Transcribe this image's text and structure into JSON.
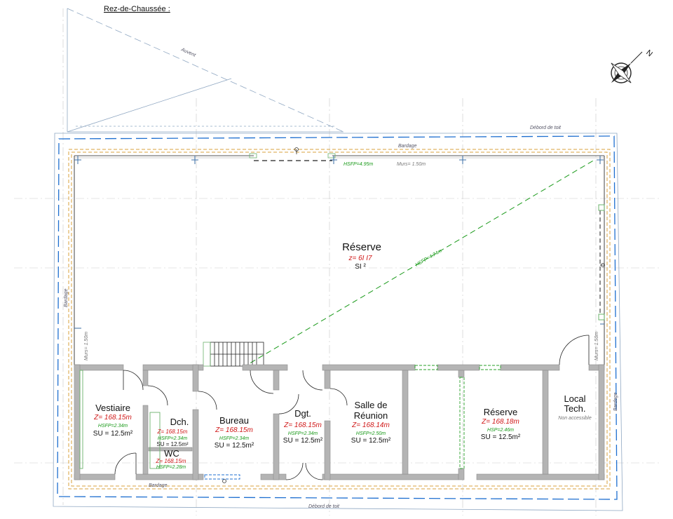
{
  "heading": "Rez-de-Chaussée :",
  "compass_label": "N",
  "exterior_labels": {
    "auvent": "Auvent",
    "debord_top": "Débord de toit",
    "debord_bottom": "Débord de toit",
    "bardage_top": "Bardage",
    "bardage_bottom": "Bardage",
    "bardage_left": "Bardage",
    "bardage_right": "Bardage"
  },
  "annotations": {
    "hsfp_top": "HSFP=4.95m",
    "murs_top": "Murs= 1.50m",
    "hsfp_diagonal": "HSFP=4.74m",
    "murs_left": "Murs= 1.50m",
    "murs_right": "Murs= 1.50m"
  },
  "rooms": {
    "reserve_main": {
      "name": "Réserve",
      "z": "z=  6I  I7",
      "extra": "SI        ² "
    },
    "vestiaire": {
      "name": "Vestiaire",
      "z": "Z= 168.15m",
      "hsfp": "HSFP=2.34m",
      "su": "SU = 12.5m²"
    },
    "dch": {
      "name": "Dch.",
      "z": "Z= 168.15m",
      "hsfp": "HSFP=2.34m",
      "su": "SU = 12.5m²"
    },
    "wc": {
      "name": "WC",
      "z": "Z= 168.15m",
      "hsfp": "HSFP=2.28m"
    },
    "bureau": {
      "name": "Bureau",
      "z": "Z= 168.15m",
      "hsfp": "HSFP=2.34m",
      "su": "SU = 12.5m²"
    },
    "dgt": {
      "name": "Dgt.",
      "z": "Z= 168.15m",
      "hsfp": "HSFP=2.34m",
      "su": "SU = 12.5m²"
    },
    "salle": {
      "name_line1": "Salle de",
      "name_line2": "Réunion",
      "z": "Z= 168.14m",
      "hsfp": "HSFP=2.50m",
      "su": "SU = 12.5m²"
    },
    "reserve_small": {
      "name": "Réserve",
      "z": "Z= 168.18m",
      "hsfp": "HSP=2.46m",
      "su": "SU = 12.5m²"
    },
    "local": {
      "name_line1": "Local",
      "name_line2": "Tech.",
      "note": "Non accessible"
    }
  },
  "colors": {
    "wall": "#b4b4b4",
    "dimension_red": "#d01818",
    "hsfp_green": "#1a9a1a",
    "outline_blue": "#1e6fd0",
    "bardage_orange": "#d8a23c"
  }
}
